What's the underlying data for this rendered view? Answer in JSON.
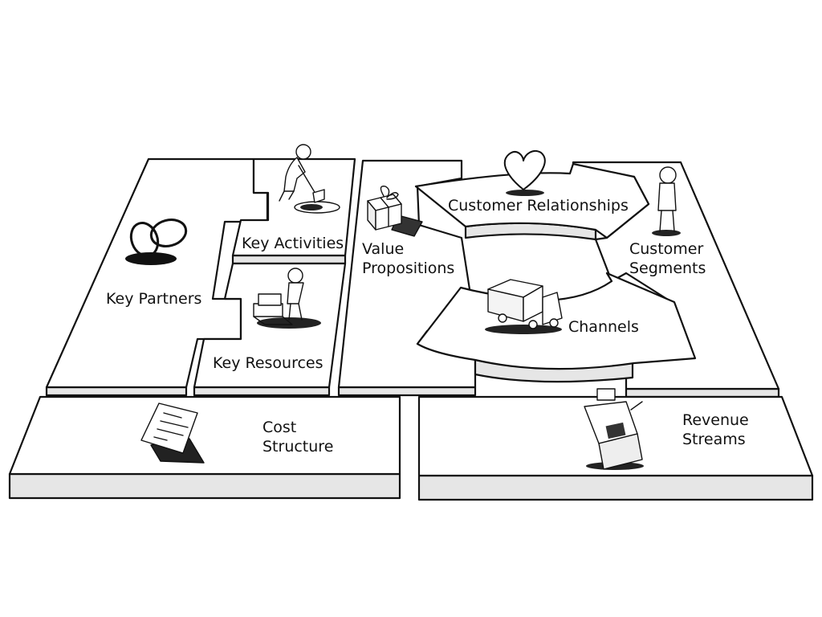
{
  "diagram": {
    "blocks": {
      "key_partners": {
        "label": "Key Partners"
      },
      "key_activities": {
        "label": "Key Activities"
      },
      "key_resources": {
        "label": "Key Resources"
      },
      "value_propositions": {
        "line1": "Value",
        "line2": "Propositions"
      },
      "customer_relationships": {
        "label": "Customer Relationships"
      },
      "channels": {
        "label": "Channels"
      },
      "customer_segments": {
        "line1": "Customer",
        "line2": "Segments"
      },
      "cost_structure": {
        "line1": "Cost",
        "line2": "Structure"
      },
      "revenue_streams": {
        "line1": "Revenue",
        "line2": "Streams"
      }
    },
    "icons": {
      "key_partners": "rings-icon",
      "key_activities": "digging-person-icon",
      "key_resources": "person-with-boxes-icon",
      "value_propositions": "gift-box-icon",
      "customer_relationships": "heart-icon",
      "channels": "truck-icon",
      "customer_segments": "standing-person-icon",
      "cost_structure": "invoice-paper-icon",
      "revenue_streams": "cash-register-icon"
    }
  }
}
